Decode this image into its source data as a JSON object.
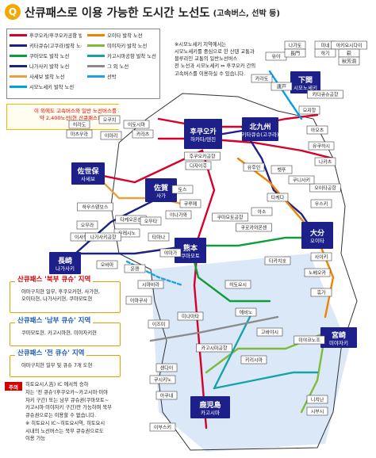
{
  "header": {
    "icon_glyph": "Q",
    "title": "산큐패스로 이용 가능한 도시간 노선도",
    "subtitle": "(고속버스, 선박 등)"
  },
  "legend": {
    "items": [
      {
        "label": "후쿠오카/후쿠오카공항 발착 노선",
        "color": "#d6002a"
      },
      {
        "label": "오이타 발착 노선",
        "color": "#f08300"
      },
      {
        "label": "키타큐슈(고쿠라)발착 노선",
        "color": "#1d2088"
      },
      {
        "label": "미야자키 발착 노선",
        "color": "#7dbb3c"
      },
      {
        "label": "쿠마모토 발착 노선",
        "color": "#0e9d3a"
      },
      {
        "label": "카고시마공항 발착 노선",
        "color": "#16a3a8"
      },
      {
        "label": "나가사키 발착 노선",
        "color": "#1a237e"
      },
      {
        "label": "그 외 노선",
        "color": "#8a8a8a"
      },
      {
        "label": "사세보 발착 노선",
        "color": "#e8a33c"
      },
      {
        "label": "선박",
        "color": "#1ea1e6"
      },
      {
        "label": "시모노세키 발착 노선",
        "color": "#00a0e9"
      },
      {
        "label": "",
        "color": ""
      }
    ]
  },
  "note_top": {
    "line1": "이 외에도 고속버스와 일반 노선버스를 포함한",
    "line2": "약 2,400노선(현 산큐패스)을 자유이용!"
  },
  "shimonoseki_info": {
    "lines": [
      "※시모노세키 지역에서는",
      "시모노세키를 중심으로 한 산덴 교통과",
      "블루라인 교통의 일반노선버스",
      "전 노선과 시모노세키 ⇔ 후쿠오카 간의",
      "고속버스를 이용하실 수 있습니다."
    ]
  },
  "areas": {
    "north": {
      "title": "산큐패스 '북부 큐슈' 지역",
      "lines": [
        "야마구치현 일부, 후쿠오카현, 사가현,",
        "오이타현, 나가사키현, 쿠마모토현"
      ],
      "color": "#e8a000"
    },
    "south": {
      "title": "산큐패스 '남부 큐슈' 지역",
      "lines": [
        "쿠마모토현, 카고시마현, 미야자키현"
      ],
      "color": "#e8a000"
    },
    "all": {
      "title": "산큐패스 '전 큐슈' 지역",
      "lines": [
        "야마구치현 일부 및 큐슈 7개 도현"
      ],
      "color": "#e8a000"
    }
  },
  "caution": {
    "badge": "주의",
    "lines": [
      "히토요시人吉) IC 에서의 승하",
      "차는 '전 큐슈'(후쿠오카~카고시마·미야",
      "자키 구간) 또는 남부 큐슈권(쿠마모토~",
      "카고시마·미야자키 구간)만 가능하며 북부",
      "큐슈권으로는 이용할 수 없습니다.",
      "※ 히토요시 IC~히토요시역, 히토요시",
      "시내의 노선버스는 북부 큐슈권으로도",
      "이용 가능"
    ]
  },
  "hubs": [
    {
      "name": "후쿠오카",
      "sub": "하카타/텐진"
    },
    {
      "name": "北九州",
      "sub": "키타큐슈(고쿠라)"
    },
    {
      "name": "佐世保",
      "sub": "사세보"
    },
    {
      "name": "佐賀",
      "sub": "사가"
    },
    {
      "name": "長崎",
      "sub": "나가사키"
    },
    {
      "name": "大分",
      "sub": "오이타"
    },
    {
      "name": "熊本",
      "sub": "쿠마모토"
    },
    {
      "name": "宮崎",
      "sub": "미야자키"
    },
    {
      "name": "鹿児島",
      "sub": "카고시마"
    },
    {
      "name": "下関",
      "sub": "시모노세키"
    }
  ],
  "stations": [
    "나가토",
    "미네",
    "아키요시다이",
    "유야",
    "長門",
    "하기",
    "萩",
    "秋芳洞",
    "카라토",
    "唐戸",
    "키타큐슈공항",
    "모지항",
    "아오츠",
    "유쿠하시",
    "나카츠",
    "히라도",
    "오쿠치",
    "마츠우라",
    "이마리",
    "카라츠",
    "이토시마",
    "다자이후",
    "후쿠오카공항",
    "유후인",
    "벳푸",
    "오이타공항",
    "쿠니사키",
    "우스키",
    "사이키",
    "타케다",
    "하우스텐보스",
    "타케오온센",
    "우레시노",
    "토스",
    "쿠루메",
    "야나가와",
    "쿠마모토공항",
    "아소",
    "쿠로카와온센",
    "타카치호",
    "노베오카",
    "휴가",
    "오바마",
    "운젠",
    "시마바라",
    "아마쿠사",
    "미나마타",
    "이즈미",
    "히토요시",
    "에비노",
    "고바야시",
    "미야코노조",
    "니치난",
    "카고시마공항",
    "이부스키",
    "키리시마",
    "시부시",
    "센다이",
    "쿠시키노",
    "아쿠네",
    "야마가",
    "타마나",
    "오무타",
    "이사하야",
    "오무라",
    "나가사키공항"
  ]
}
